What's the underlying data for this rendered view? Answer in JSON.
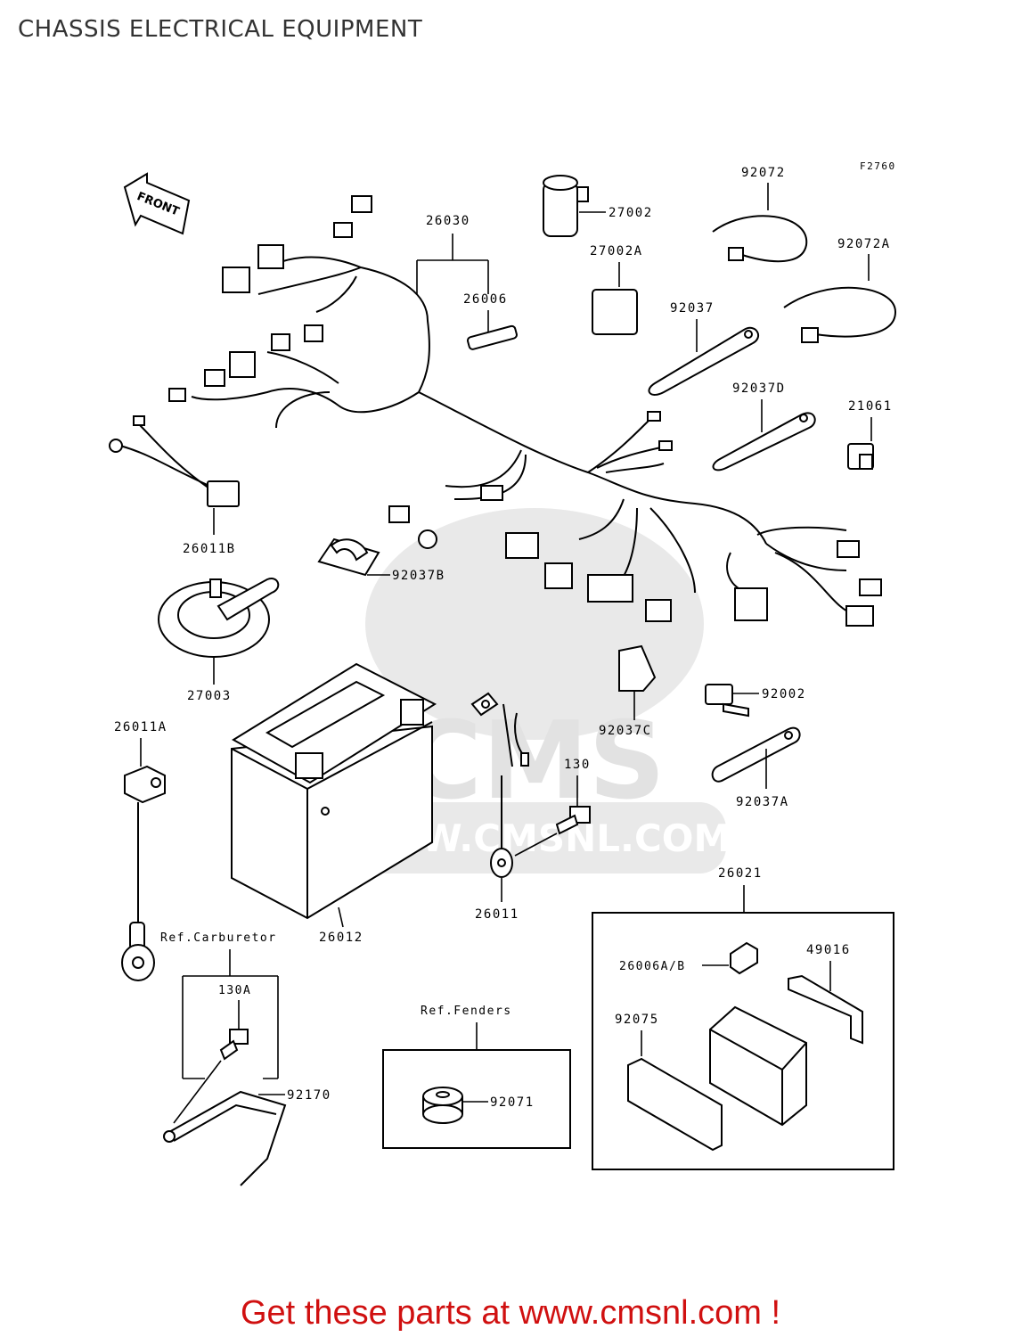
{
  "page": {
    "title": "CHASSIS ELECTRICAL EQUIPMENT",
    "figure_code": "F2760",
    "footer": "Get these parts at www.cmsnl.com !"
  },
  "watermark": {
    "brand": "CMS",
    "url": "WWW.CMSNL.COM"
  },
  "direction_marker": "FRONT",
  "parts": {
    "p26030": "26030",
    "p26006": "26006",
    "p27002": "27002",
    "p27002A": "27002A",
    "p92072": "92072",
    "p92072A": "92072A",
    "p92037": "92037",
    "p92037D": "92037D",
    "p21061": "21061",
    "p26011B": "26011B",
    "p92037B": "92037B",
    "p27003": "27003",
    "p26011A": "26011A",
    "p92037C": "92037C",
    "p92002": "92002",
    "p130": "130",
    "p92037A": "92037A",
    "p26012": "26012",
    "p26011": "26011",
    "p26021": "26021",
    "p130A": "130A",
    "p92170": "92170",
    "p92071": "92071",
    "p26006AB": "26006A/B",
    "p49016": "49016",
    "p92075": "92075"
  },
  "references": {
    "carburetor": "Ref.Carburetor",
    "fenders": "Ref.Fenders"
  }
}
